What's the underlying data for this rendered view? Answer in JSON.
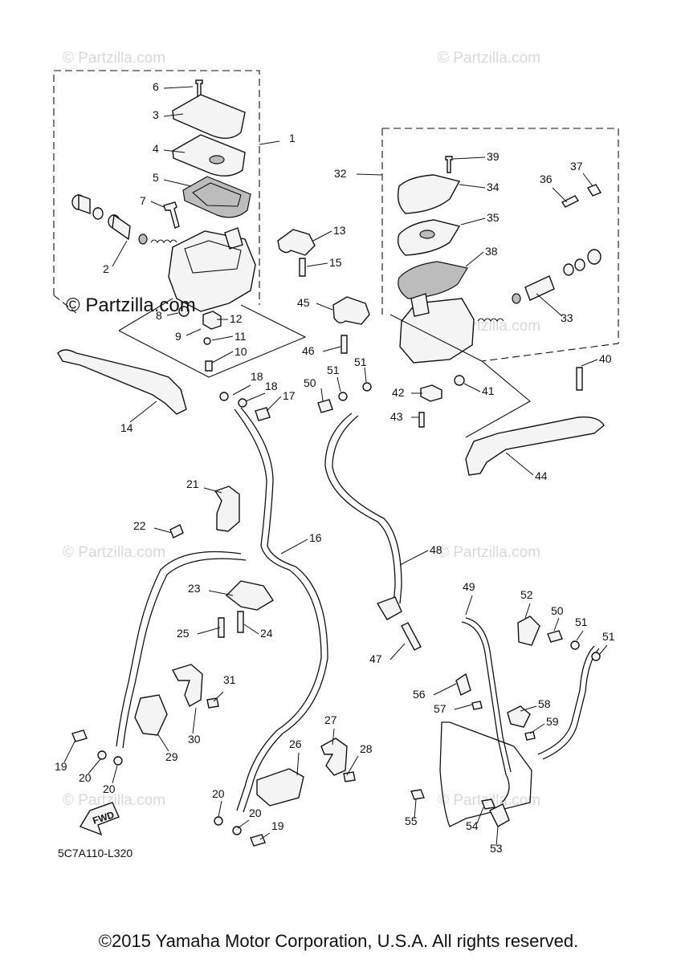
{
  "diagram": {
    "part_code": "5C7A110-L320",
    "fwd_label": "FWD",
    "watermark": "© Partzilla.com",
    "partzilla_stamp": "© Partzilla.com",
    "callouts": [
      {
        "id": "c1",
        "label": "1"
      },
      {
        "id": "c2",
        "label": "2"
      },
      {
        "id": "c3",
        "label": "3"
      },
      {
        "id": "c4",
        "label": "4"
      },
      {
        "id": "c5",
        "label": "5"
      },
      {
        "id": "c6",
        "label": "6"
      },
      {
        "id": "c7",
        "label": "7"
      },
      {
        "id": "c8",
        "label": "8"
      },
      {
        "id": "c9",
        "label": "9"
      },
      {
        "id": "c10",
        "label": "10"
      },
      {
        "id": "c11",
        "label": "11"
      },
      {
        "id": "c12",
        "label": "12"
      },
      {
        "id": "c13",
        "label": "13"
      },
      {
        "id": "c14",
        "label": "14"
      },
      {
        "id": "c15",
        "label": "15"
      },
      {
        "id": "c16",
        "label": "16"
      },
      {
        "id": "c17",
        "label": "17"
      },
      {
        "id": "c18a",
        "label": "18"
      },
      {
        "id": "c18b",
        "label": "18"
      },
      {
        "id": "c19a",
        "label": "19"
      },
      {
        "id": "c19b",
        "label": "19"
      },
      {
        "id": "c20a",
        "label": "20"
      },
      {
        "id": "c20b",
        "label": "20"
      },
      {
        "id": "c20c",
        "label": "20"
      },
      {
        "id": "c20d",
        "label": "20"
      },
      {
        "id": "c21",
        "label": "21"
      },
      {
        "id": "c22",
        "label": "22"
      },
      {
        "id": "c23",
        "label": "23"
      },
      {
        "id": "c24",
        "label": "24"
      },
      {
        "id": "c25",
        "label": "25"
      },
      {
        "id": "c26",
        "label": "26"
      },
      {
        "id": "c27",
        "label": "27"
      },
      {
        "id": "c28",
        "label": "28"
      },
      {
        "id": "c29",
        "label": "29"
      },
      {
        "id": "c30",
        "label": "30"
      },
      {
        "id": "c31",
        "label": "31"
      },
      {
        "id": "c32",
        "label": "32"
      },
      {
        "id": "c33",
        "label": "33"
      },
      {
        "id": "c34",
        "label": "34"
      },
      {
        "id": "c35",
        "label": "35"
      },
      {
        "id": "c36",
        "label": "36"
      },
      {
        "id": "c37",
        "label": "37"
      },
      {
        "id": "c38",
        "label": "38"
      },
      {
        "id": "c39",
        "label": "39"
      },
      {
        "id": "c40",
        "label": "40"
      },
      {
        "id": "c41",
        "label": "41"
      },
      {
        "id": "c42",
        "label": "42"
      },
      {
        "id": "c43",
        "label": "43"
      },
      {
        "id": "c44",
        "label": "44"
      },
      {
        "id": "c45",
        "label": "45"
      },
      {
        "id": "c46",
        "label": "46"
      },
      {
        "id": "c47",
        "label": "47"
      },
      {
        "id": "c48",
        "label": "48"
      },
      {
        "id": "c49",
        "label": "49"
      },
      {
        "id": "c50a",
        "label": "50"
      },
      {
        "id": "c50b",
        "label": "50"
      },
      {
        "id": "c51a",
        "label": "51"
      },
      {
        "id": "c51b",
        "label": "51"
      },
      {
        "id": "c51c",
        "label": "51"
      },
      {
        "id": "c51d",
        "label": "51"
      },
      {
        "id": "c52",
        "label": "52"
      },
      {
        "id": "c53",
        "label": "53"
      },
      {
        "id": "c54",
        "label": "54"
      },
      {
        "id": "c55",
        "label": "55"
      },
      {
        "id": "c56",
        "label": "56"
      },
      {
        "id": "c57",
        "label": "57"
      },
      {
        "id": "c58",
        "label": "58"
      },
      {
        "id": "c59",
        "label": "59"
      }
    ]
  },
  "footer": {
    "copyright": "©2015 Yamaha Motor Corporation, U.S.A. All rights reserved."
  }
}
